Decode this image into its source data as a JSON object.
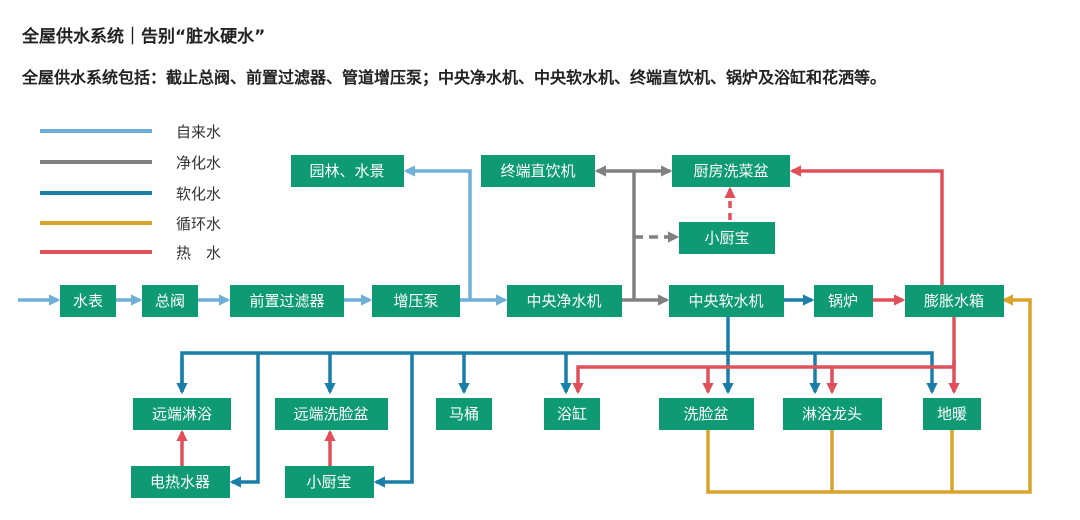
{
  "header": {
    "title": "全屋供水系统｜告别“脏水硬水”",
    "subtitle": "全屋供水系统包括：截止总阀、前置过滤器、管道增压泵；中央净水机、中央软水机、终端直饮机、锅炉及浴缸和花洒等。"
  },
  "colors": {
    "tap": "#6fb0d8",
    "purified": "#808080",
    "softened": "#1a7fa8",
    "circulating": "#d9a32e",
    "hot": "#e0505a",
    "node": "#0e9a73"
  },
  "legend": [
    {
      "key": "tap",
      "label": "自来水"
    },
    {
      "key": "purified",
      "label": "净化水"
    },
    {
      "key": "softened",
      "label": "软化水"
    },
    {
      "key": "circulating",
      "label": "循环水"
    },
    {
      "key": "hot",
      "label": "热　水"
    }
  ],
  "nodes": {
    "meter": "水表",
    "main_valve": "总阀",
    "prefilter": "前置过滤器",
    "booster": "增压泵",
    "garden": "园林、水景",
    "purifier": "中央净水机",
    "drinking": "终端直饮机",
    "kitchen_sink": "厨房洗菜盆",
    "kitchen_heater_top": "小厨宝",
    "softener": "中央软水机",
    "boiler": "锅炉",
    "expansion_tank": "膨胀水箱",
    "remote_shower": "远端淋浴",
    "electric_heater": "电热水器",
    "remote_basin": "远端洗脸盆",
    "kitchen_heater_bottom": "小厨宝",
    "toilet": "马桶",
    "bathtub": "浴缸",
    "wash_basin": "洗脸盆",
    "shower_faucet": "淋浴龙头",
    "floor_heating": "地暖"
  }
}
